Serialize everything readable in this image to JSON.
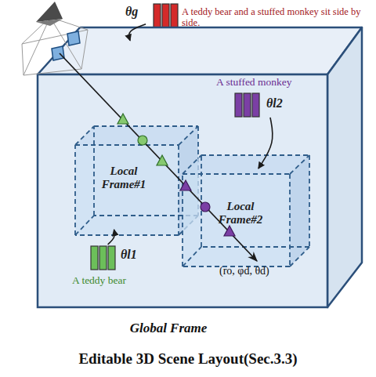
{
  "diagram": {
    "caption": "Editable 3D Scene Layout(Sec.3.3)",
    "nodes": [
      {
        "text": [
          "θg",
          "A teddy bear and a stuffed monkey sit side by side."
        ]
      },
      {
        "text": [
          "Global Frame"
        ]
      },
      {
        "text": [
          "A stuffed monkey",
          "θl2"
        ],
        "in": 1
      },
      {
        "text": [
          "Local Frame#1"
        ],
        "in": 1
      },
      {
        "text": [
          "Local Frame#2"
        ],
        "in": 1
      },
      {
        "text": [
          "θl1",
          "A teddy bear"
        ],
        "in": 1
      }
    ],
    "edges": [
      {
        "from": 0,
        "to": 1,
        "arrow": "to"
      },
      {
        "from": 2,
        "to": 4,
        "arrow": "to"
      },
      {
        "from": 5,
        "to": 3,
        "arrow": "to"
      }
    ],
    "labels": [
      "(ro, φd, θd)"
    ]
  }
}
